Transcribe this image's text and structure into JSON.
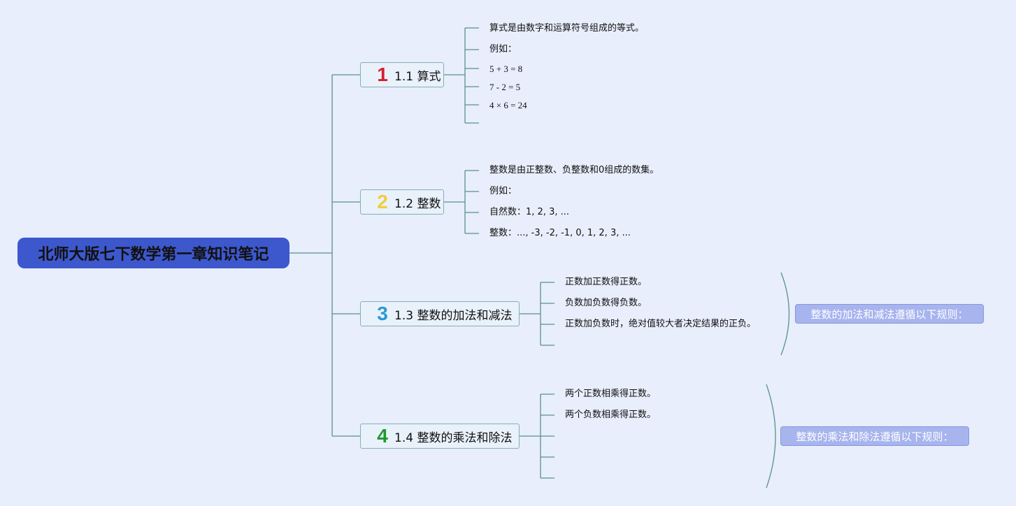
{
  "root": {
    "title": "北师大版七下数学第一章知识笔记"
  },
  "topics": [
    {
      "number": "1",
      "number_color": "#d41f2f",
      "label": "1.1 算式",
      "items": [
        "算式是由数字和运算符号组成的等式。",
        "例如：",
        "5 + 3 = 8",
        "7 - 2 = 5",
        "4 × 6 = 24",
        ""
      ]
    },
    {
      "number": "2",
      "number_color": "#f2cc3c",
      "label": "1.2 整数",
      "items": [
        "整数是由正整数、负整数和0组成的数集。",
        "例如：",
        "自然数：1, 2, 3, ...",
        "整数：..., -3, -2, -1, 0, 1, 2, 3, ..."
      ]
    },
    {
      "number": "3",
      "number_color": "#2a9ad6",
      "label": "1.3 整数的加法和减法",
      "items": [
        "正数加正数得正数。",
        "负数加负数得负数。",
        "正数加负数时，绝对值较大者决定结果的正负。",
        ""
      ],
      "summary": "整数的加法和减法遵循以下规则："
    },
    {
      "number": "4",
      "number_color": "#1f9a2c",
      "label": "1.4 整数的乘法和除法",
      "items": [
        "两个正数相乘得正数。",
        "两个负数相乘得正数。",
        "",
        "",
        ""
      ],
      "summary": "整数的乘法和除法遵循以下规则："
    }
  ],
  "colors": {
    "connector": "#5a9090",
    "root_bg": "#3d57cc",
    "summary_bg": "#a7b4ee"
  }
}
